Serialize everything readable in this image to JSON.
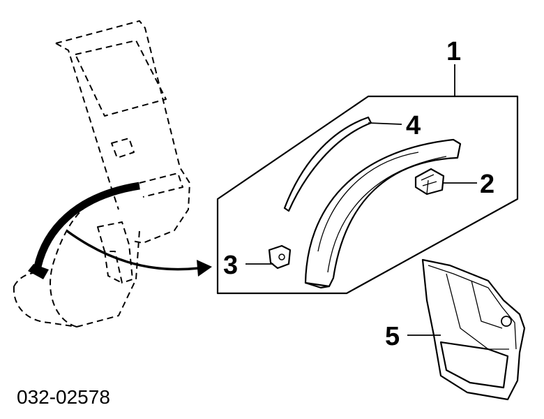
{
  "diagram": {
    "callouts": [
      {
        "id": "1",
        "label": "1"
      },
      {
        "id": "2",
        "label": "2"
      },
      {
        "id": "3",
        "label": "3"
      },
      {
        "id": "4",
        "label": "4"
      },
      {
        "id": "5",
        "label": "5"
      }
    ],
    "diagram_code": "032-02578",
    "colors": {
      "ink": "#000000",
      "background": "#ffffff"
    }
  }
}
